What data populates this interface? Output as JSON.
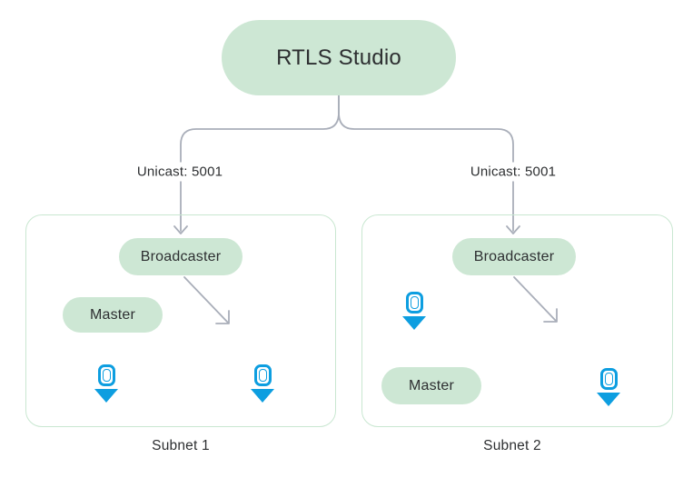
{
  "diagram": {
    "title": "RTLS Studio",
    "connections": {
      "left_label": "Unicast: 5001",
      "right_label": "Unicast: 5001"
    },
    "subnets": [
      {
        "name": "Subnet 1",
        "broadcaster_label": "Broadcaster",
        "master_label": "Master",
        "anchor_count": 2
      },
      {
        "name": "Subnet 2",
        "broadcaster_label": "Broadcaster",
        "master_label": "Master",
        "anchor_count": 2
      }
    ]
  },
  "colors": {
    "node-green": "#cde7d4",
    "box-border-green": "#c9e7d1",
    "line-gray": "#a9aeb9",
    "anchor-blue": "#0d9ee0",
    "text-dark": "#2d2f31"
  }
}
